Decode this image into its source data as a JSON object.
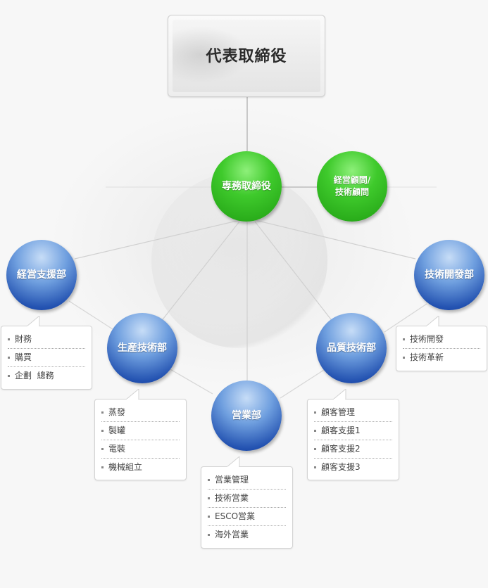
{
  "ceo": {
    "title": "代表取締役"
  },
  "nodes": {
    "senmu": {
      "label": "専務取締役"
    },
    "advisor": {
      "line1": "経営顧問/",
      "line2": "技術顧問"
    },
    "keiei": {
      "label": "経営支援部"
    },
    "gijutsu_kaihatsu": {
      "label": "技術開發部"
    },
    "seisan": {
      "label": "生産技術部"
    },
    "hinshitsu": {
      "label": "品質技術部"
    },
    "eigyo": {
      "label": "営業部"
    }
  },
  "lists": {
    "keiei": [
      "財務",
      "購買",
      "企劃  總務"
    ],
    "gijutsu_kaihatsu": [
      "技術開發",
      "技術革新"
    ],
    "seisan": [
      "蒸發",
      "製罐",
      "電裝",
      "機械組立"
    ],
    "hinshitsu": [
      "顧客管理",
      "顧客支援1",
      "顧客支援2",
      "顧客支援3"
    ],
    "eigyo": [
      "営業管理",
      "技術営業",
      "ESCO営業",
      "海外営業"
    ]
  },
  "colors": {
    "green_node": "#2fb61f",
    "blue_node": "#2a5bb8",
    "connector": "#c8c8c8",
    "text_dark": "#2b2b2b"
  }
}
